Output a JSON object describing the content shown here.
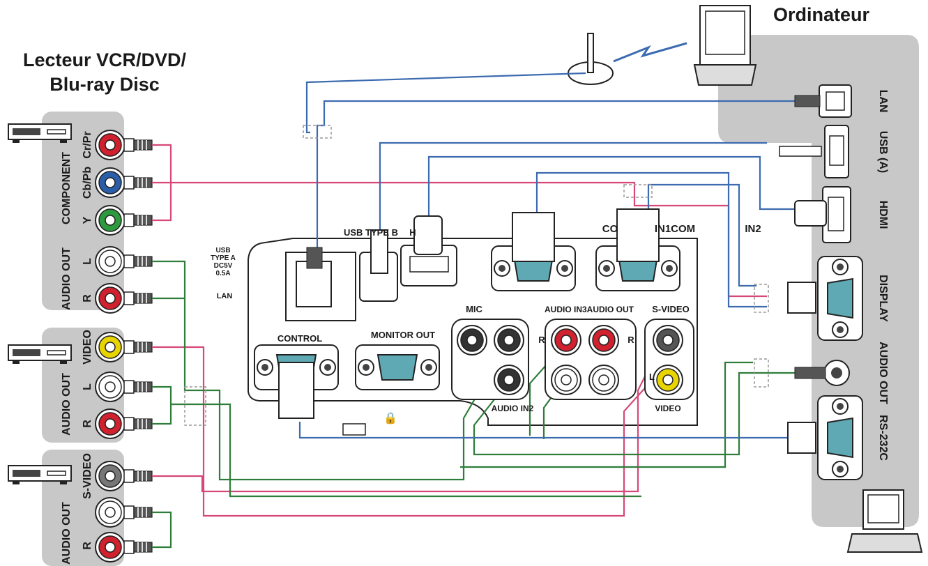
{
  "titles": {
    "left_title_line1": "Lecteur VCR/DVD/",
    "left_title_line2": "Blu-ray Disc",
    "right_title": "Ordinateur"
  },
  "left_labels": {
    "component": "COMPONENT",
    "cr_pr": "Cr/Pr",
    "cb_pb": "Cb/Pb",
    "y": "Y",
    "audio_out_1": "AUDIO OUT",
    "l": "L",
    "r": "R",
    "video": "VIDEO",
    "audio_out_2": "AUDIO OUT",
    "s_video": "S-VIDEO",
    "audio_out_3": "AUDIO OUT"
  },
  "right_labels": {
    "lan": "LAN",
    "usb_a": "USB (A)",
    "hdmi": "HDMI",
    "display": "DISPLAY",
    "audio_out": "AUDIO OUT",
    "rs232c": "RS-232C"
  },
  "projector_labels": {
    "usb_type_a_l1": "USB",
    "usb_type_a_l2": "TYPE A",
    "usb_type_a_l3": "DC5V",
    "usb_type_a_l4": "0.5A",
    "lan": "LAN",
    "usb_type_b": "USB TYPE B",
    "hdmi_h": "H",
    "com": "CO",
    "in1com": "IN1COM",
    "in2": "IN2",
    "mic": "MIC",
    "audio_in3": "AUDIO IN3AUDIO OUT",
    "s_video": "S-VIDEO",
    "control": "CONTROL",
    "monitor_out": "MONITOR OUT",
    "r_left": "R",
    "r_right": "R",
    "l_right": "L",
    "audio_in2": "AUDIO IN2",
    "video": "VIDEO"
  },
  "colors": {
    "pink_cable": "#d6487a",
    "green_cable": "#2e7d3a",
    "blue_cable": "#3d6bb0",
    "panel_gray": "#c8c8c8",
    "jack_red": "#d1202e",
    "jack_blue": "#2a5ea8",
    "jack_green": "#2e9a3e",
    "jack_yellow": "#e8d400",
    "jack_white": "#ffffff",
    "port_teal": "#5fa9b5"
  }
}
